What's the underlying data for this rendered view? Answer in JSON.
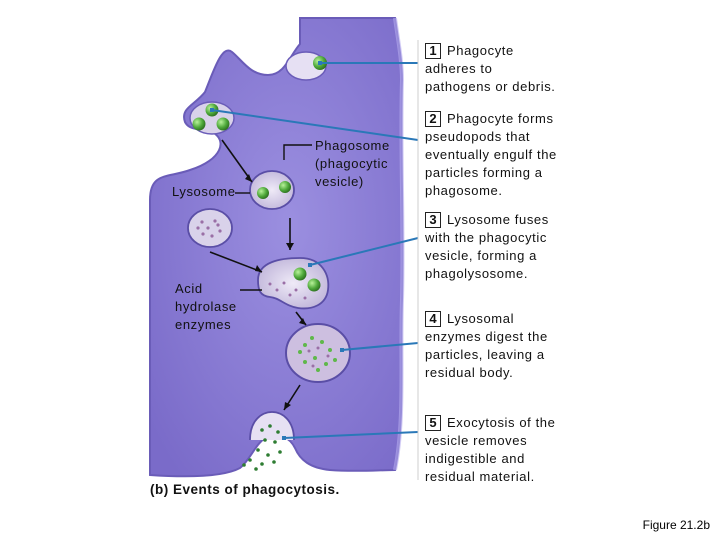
{
  "labels": {
    "lysosome": "Lysosome",
    "phagosome": "Phagosome\n(phagocytic\nvesicle)",
    "acid_hydrolase": "Acid\nhydrolase\nenzymes",
    "caption": "(b) Events of phagocytosis.",
    "figure": "Figure 21.2b"
  },
  "steps": [
    {
      "number": "1",
      "text": "Phagocyte\nadheres to\npathogens or debris."
    },
    {
      "number": "2",
      "text": "Phagocyte forms\npseudopods that\neventually engulf the\nparticles forming a\nphagosome."
    },
    {
      "number": "3",
      "text": "Lysosome fuses\nwith the phagocytic\nvesicle, forming a\nphagolysosome."
    },
    {
      "number": "4",
      "text": "Lysosomal\nenzymes digest the\nparticles, leaving a\nresidual body."
    },
    {
      "number": "5",
      "text": "Exocytosis of the\nvesicle removes\nindigestible and\nresidual material."
    }
  ],
  "colors": {
    "cell": "#8f80d6",
    "cell_edge": "#6a5cb8",
    "particle": "#4ea83a",
    "vesicle": "#d9d2ea",
    "leader": "#2a78b8",
    "debris": "#2e7d32"
  }
}
